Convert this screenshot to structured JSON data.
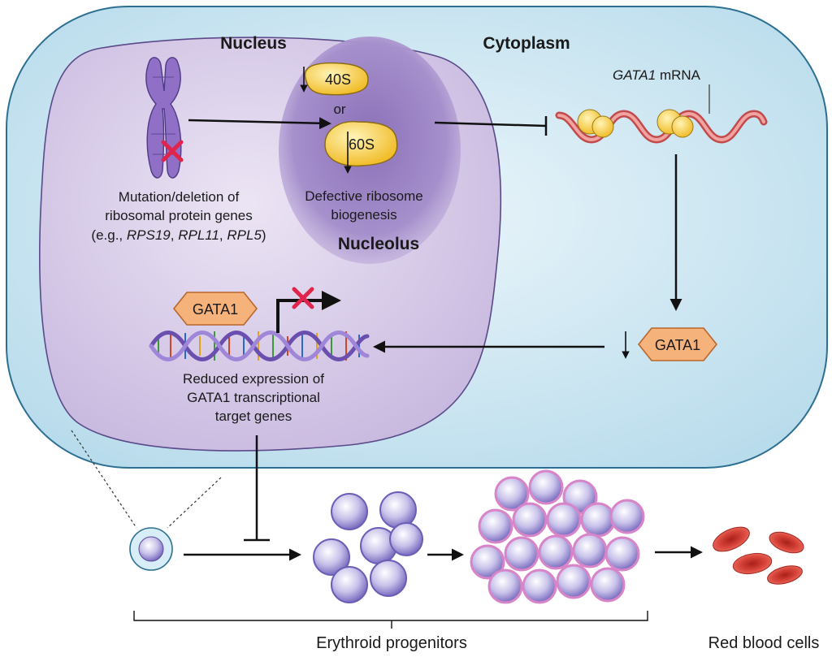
{
  "labels": {
    "nucleus": "Nucleus",
    "cytoplasm": "Cytoplasm",
    "nucleolus": "Nucleolus",
    "subunit_40s": "40S",
    "or_word": "or",
    "subunit_60s": "60S",
    "defective_line1": "Defective ribosome",
    "defective_line2": "biogenesis",
    "mutation_line1": "Mutation/deletion of",
    "mutation_line2": "ribosomal protein genes",
    "mutation_eg": "(e.g., ",
    "gene_rps19": "RPS19",
    "comma1": ", ",
    "gene_rpl11": "RPL11",
    "comma2": ", ",
    "gene_rpl5": "RPL5",
    "close_paren": ")",
    "mrna_gene": "GATA1",
    "mrna_word": " mRNA",
    "gata1_nucleus": "GATA1",
    "gata1_cytoplasm": "GATA1",
    "reduced_line1": "Reduced expression of",
    "reduced_line2": "GATA1 transcriptional",
    "reduced_line3": "target genes",
    "erythroid_progenitors": "Erythroid progenitors",
    "red_blood_cells": "Red blood cells"
  },
  "colors": {
    "cell_fill": "#cfe8f3",
    "cell_stroke": "#2c6f93",
    "nucleus_fill": "#d9cde8",
    "nucleus_stroke": "#5a4a8a",
    "nucleolus_fill": "#9f88c6",
    "ribosome_fill": "#f6cf45",
    "gata1_fill": "#f6b27b",
    "mrna": "#d96a6a",
    "red_x": "#e0244b",
    "rbc": "#d8443a"
  }
}
